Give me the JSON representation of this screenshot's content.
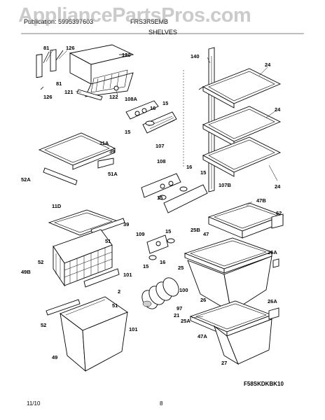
{
  "watermark": "AppliancePartsPros.com",
  "header": {
    "publication": "Publication: 5995397603",
    "model": "FRS3R5EMB",
    "section": "SHELVES"
  },
  "diagram_code": "F58SKDKBK10",
  "footer": {
    "date": "11/10",
    "page": "8"
  },
  "callouts": [
    "81",
    "126",
    "120",
    "81",
    "126",
    "121",
    "122",
    "108A",
    "16",
    "15",
    "15",
    "107",
    "140",
    "24",
    "24",
    "24",
    "11A",
    "39",
    "51A",
    "52A",
    "108",
    "16",
    "15",
    "15",
    "107B",
    "11D",
    "39",
    "51",
    "52",
    "49B",
    "101",
    "2",
    "109",
    "15",
    "16",
    "15",
    "47B",
    "62",
    "25B",
    "47",
    "26A",
    "25",
    "100",
    "26",
    "97",
    "21",
    "26A",
    "25A",
    "47A",
    "27",
    "51",
    "52",
    "101",
    "49"
  ]
}
